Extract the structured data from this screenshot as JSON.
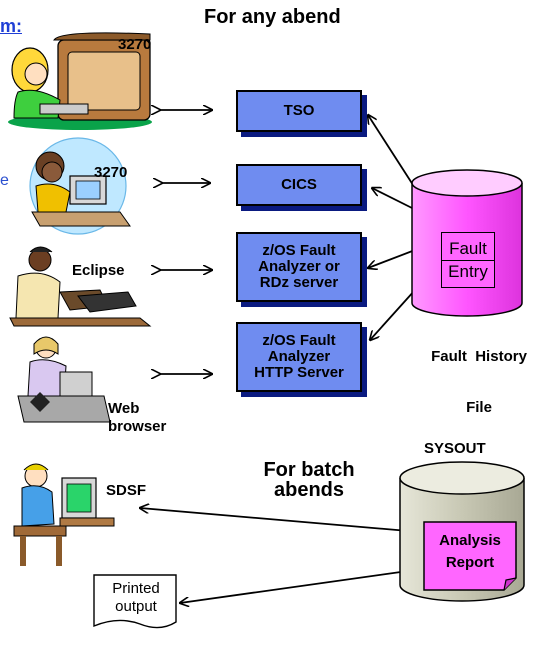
{
  "headings": {
    "any_abend": "For any abend",
    "batch_abends_1": "For batch",
    "batch_abends_2": "abends"
  },
  "cut_text": {
    "top_link": "m:",
    "side_letter": "e"
  },
  "clients": [
    {
      "label": "3270",
      "icon": "user-at-terminal-icon"
    },
    {
      "label": "3270",
      "icon": "operator-with-headset-icon"
    },
    {
      "label": "Eclipse",
      "icon": "user-at-laptop-icon"
    },
    {
      "label_1": "Web",
      "label_2": "browser",
      "icon": "user-at-desk-icon"
    },
    {
      "label": "SDSF",
      "icon": "user-at-workstation-icon"
    }
  ],
  "servers": [
    {
      "lines": [
        "TSO"
      ]
    },
    {
      "lines": [
        "CICS"
      ]
    },
    {
      "lines": [
        "z/OS Fault",
        "Analyzer or",
        "RDz server"
      ]
    },
    {
      "lines": [
        "z/OS Fault",
        "Analyzer",
        "HTTP Server"
      ]
    }
  ],
  "fault_history": {
    "entry_1": "Fault",
    "entry_2": "Entry",
    "caption_1": "Fault  History",
    "caption_2": "File"
  },
  "sysout": {
    "caption": "SYSOUT",
    "report_1": "Analysis",
    "report_2": "Report"
  },
  "printed": {
    "line_1": "Printed",
    "line_2": "output"
  },
  "colors": {
    "server_box": "#6f8cf0",
    "server_shadow": "#0a1a80",
    "cylinder_pink": "#ff66ff",
    "cylinder_gray": "#c9c9b6",
    "report_note": "#ff66ff",
    "cut_link": "#1f3fd6"
  }
}
